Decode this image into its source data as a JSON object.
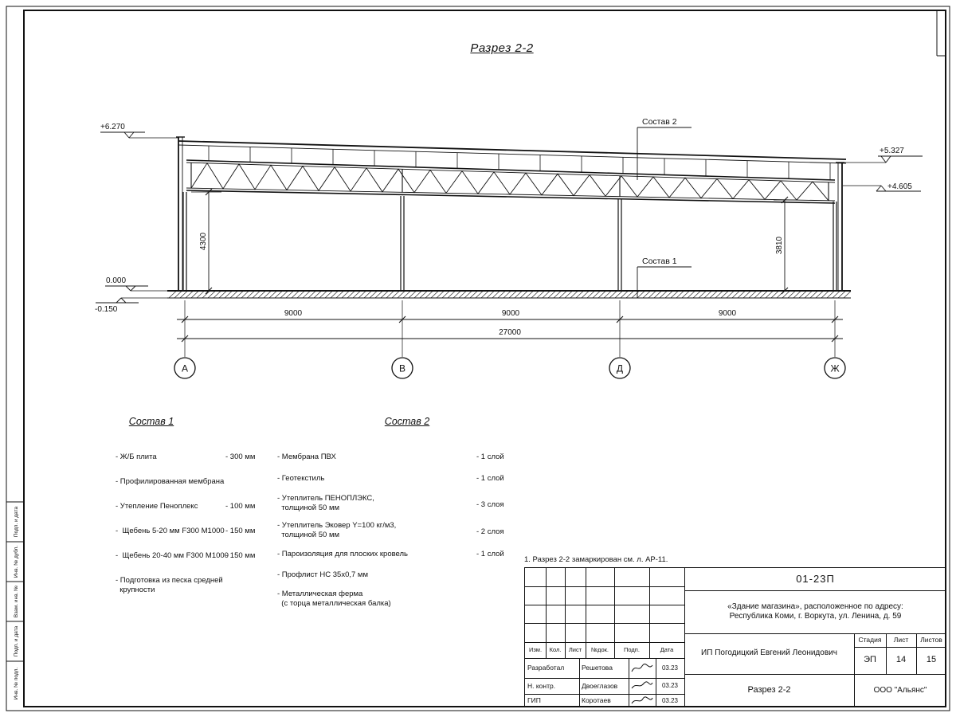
{
  "page": {
    "title": "Разрез 2-2"
  },
  "drawing": {
    "elevations": {
      "top_left": "+6.270",
      "zero": "0.000",
      "below_zero": "-0.150",
      "top_right_upper": "+5.327",
      "top_right_lower": "+4.605"
    },
    "callouts": {
      "sostav2": "Состав 2",
      "sostav1": "Состав 1"
    },
    "dimensions": {
      "height_left": "4300",
      "height_right": "3810",
      "bays": [
        "9000",
        "9000",
        "9000"
      ],
      "total": "27000"
    },
    "axes": [
      "А",
      "В",
      "Д",
      "Ж"
    ]
  },
  "sostav1": {
    "title": "Состав 1",
    "items": [
      {
        "name": "- Ж/Б плита",
        "value": "- 300 мм"
      },
      {
        "name": "- Профилированная мембрана",
        "value": ""
      },
      {
        "name": "- Утепление Пеноплекс",
        "value": "- 100 мм"
      },
      {
        "name": "-  Щебень 5-20 мм F300 М1000",
        "value": "- 150 мм"
      },
      {
        "name": "-  Щебень 20-40 мм F300 М1000",
        "value": "- 150 мм"
      },
      {
        "name": "- Подготовка из песка средней\n  крупности",
        "value": ""
      }
    ]
  },
  "sostav2": {
    "title": "Состав 2",
    "items": [
      {
        "name": "- Мембрана ПВХ",
        "value": "- 1 слой"
      },
      {
        "name": "- Геотекстиль",
        "value": "- 1 слой"
      },
      {
        "name": "- Утеплитель ПЕНОПЛЭКС,\n  толщиной 50 мм",
        "value": "- 3 слоя"
      },
      {
        "name": "- Утеплитель Эковер Y=100 кг/м3,\n  толщиной 50 мм",
        "value": "- 2 слоя"
      },
      {
        "name": "- Пароизоляция для плоских кровель",
        "value": "- 1 слой"
      },
      {
        "name": "- Профлист НС 35х0,7 мм",
        "value": ""
      },
      {
        "name": "- Металлическая ферма\n  (с торца металлическая балка)",
        "value": ""
      }
    ]
  },
  "note": "1. Разрез 2-2 замаркирован см. л. АР-11.",
  "titleblock": {
    "doc_number": "01-23П",
    "object": "«Здание магазина», расположенное по адресу:\nРеспублика Коми, г. Воркута, ул. Ленина, д. 59",
    "header_cells": [
      "Изм.",
      "Кол.",
      "Лист",
      "№док.",
      "Подп.",
      "Дата"
    ],
    "rows": [
      {
        "role": "Разработал",
        "name": "Решетова",
        "date": "03.23"
      },
      {
        "role": "Н. контр.",
        "name": "Двоеглазов",
        "date": "03.23"
      },
      {
        "role": "ГИП",
        "name": "Коротаев",
        "date": "03.23"
      }
    ],
    "client": "ИП Погодицкий Евгений Леонидович",
    "stage_label": "Стадия",
    "sheet_label": "Лист",
    "sheets_label": "Листов",
    "stage": "ЭП",
    "sheet": "14",
    "sheets": "15",
    "sheet_title": "Разрез 2-2",
    "company": "ООО \"Альянс\""
  },
  "side_stamps": [
    "Подп. и дата",
    "Инв. № дубл.",
    "Взам. инв. №",
    "Подп. и дата",
    "Инв. № подл."
  ]
}
